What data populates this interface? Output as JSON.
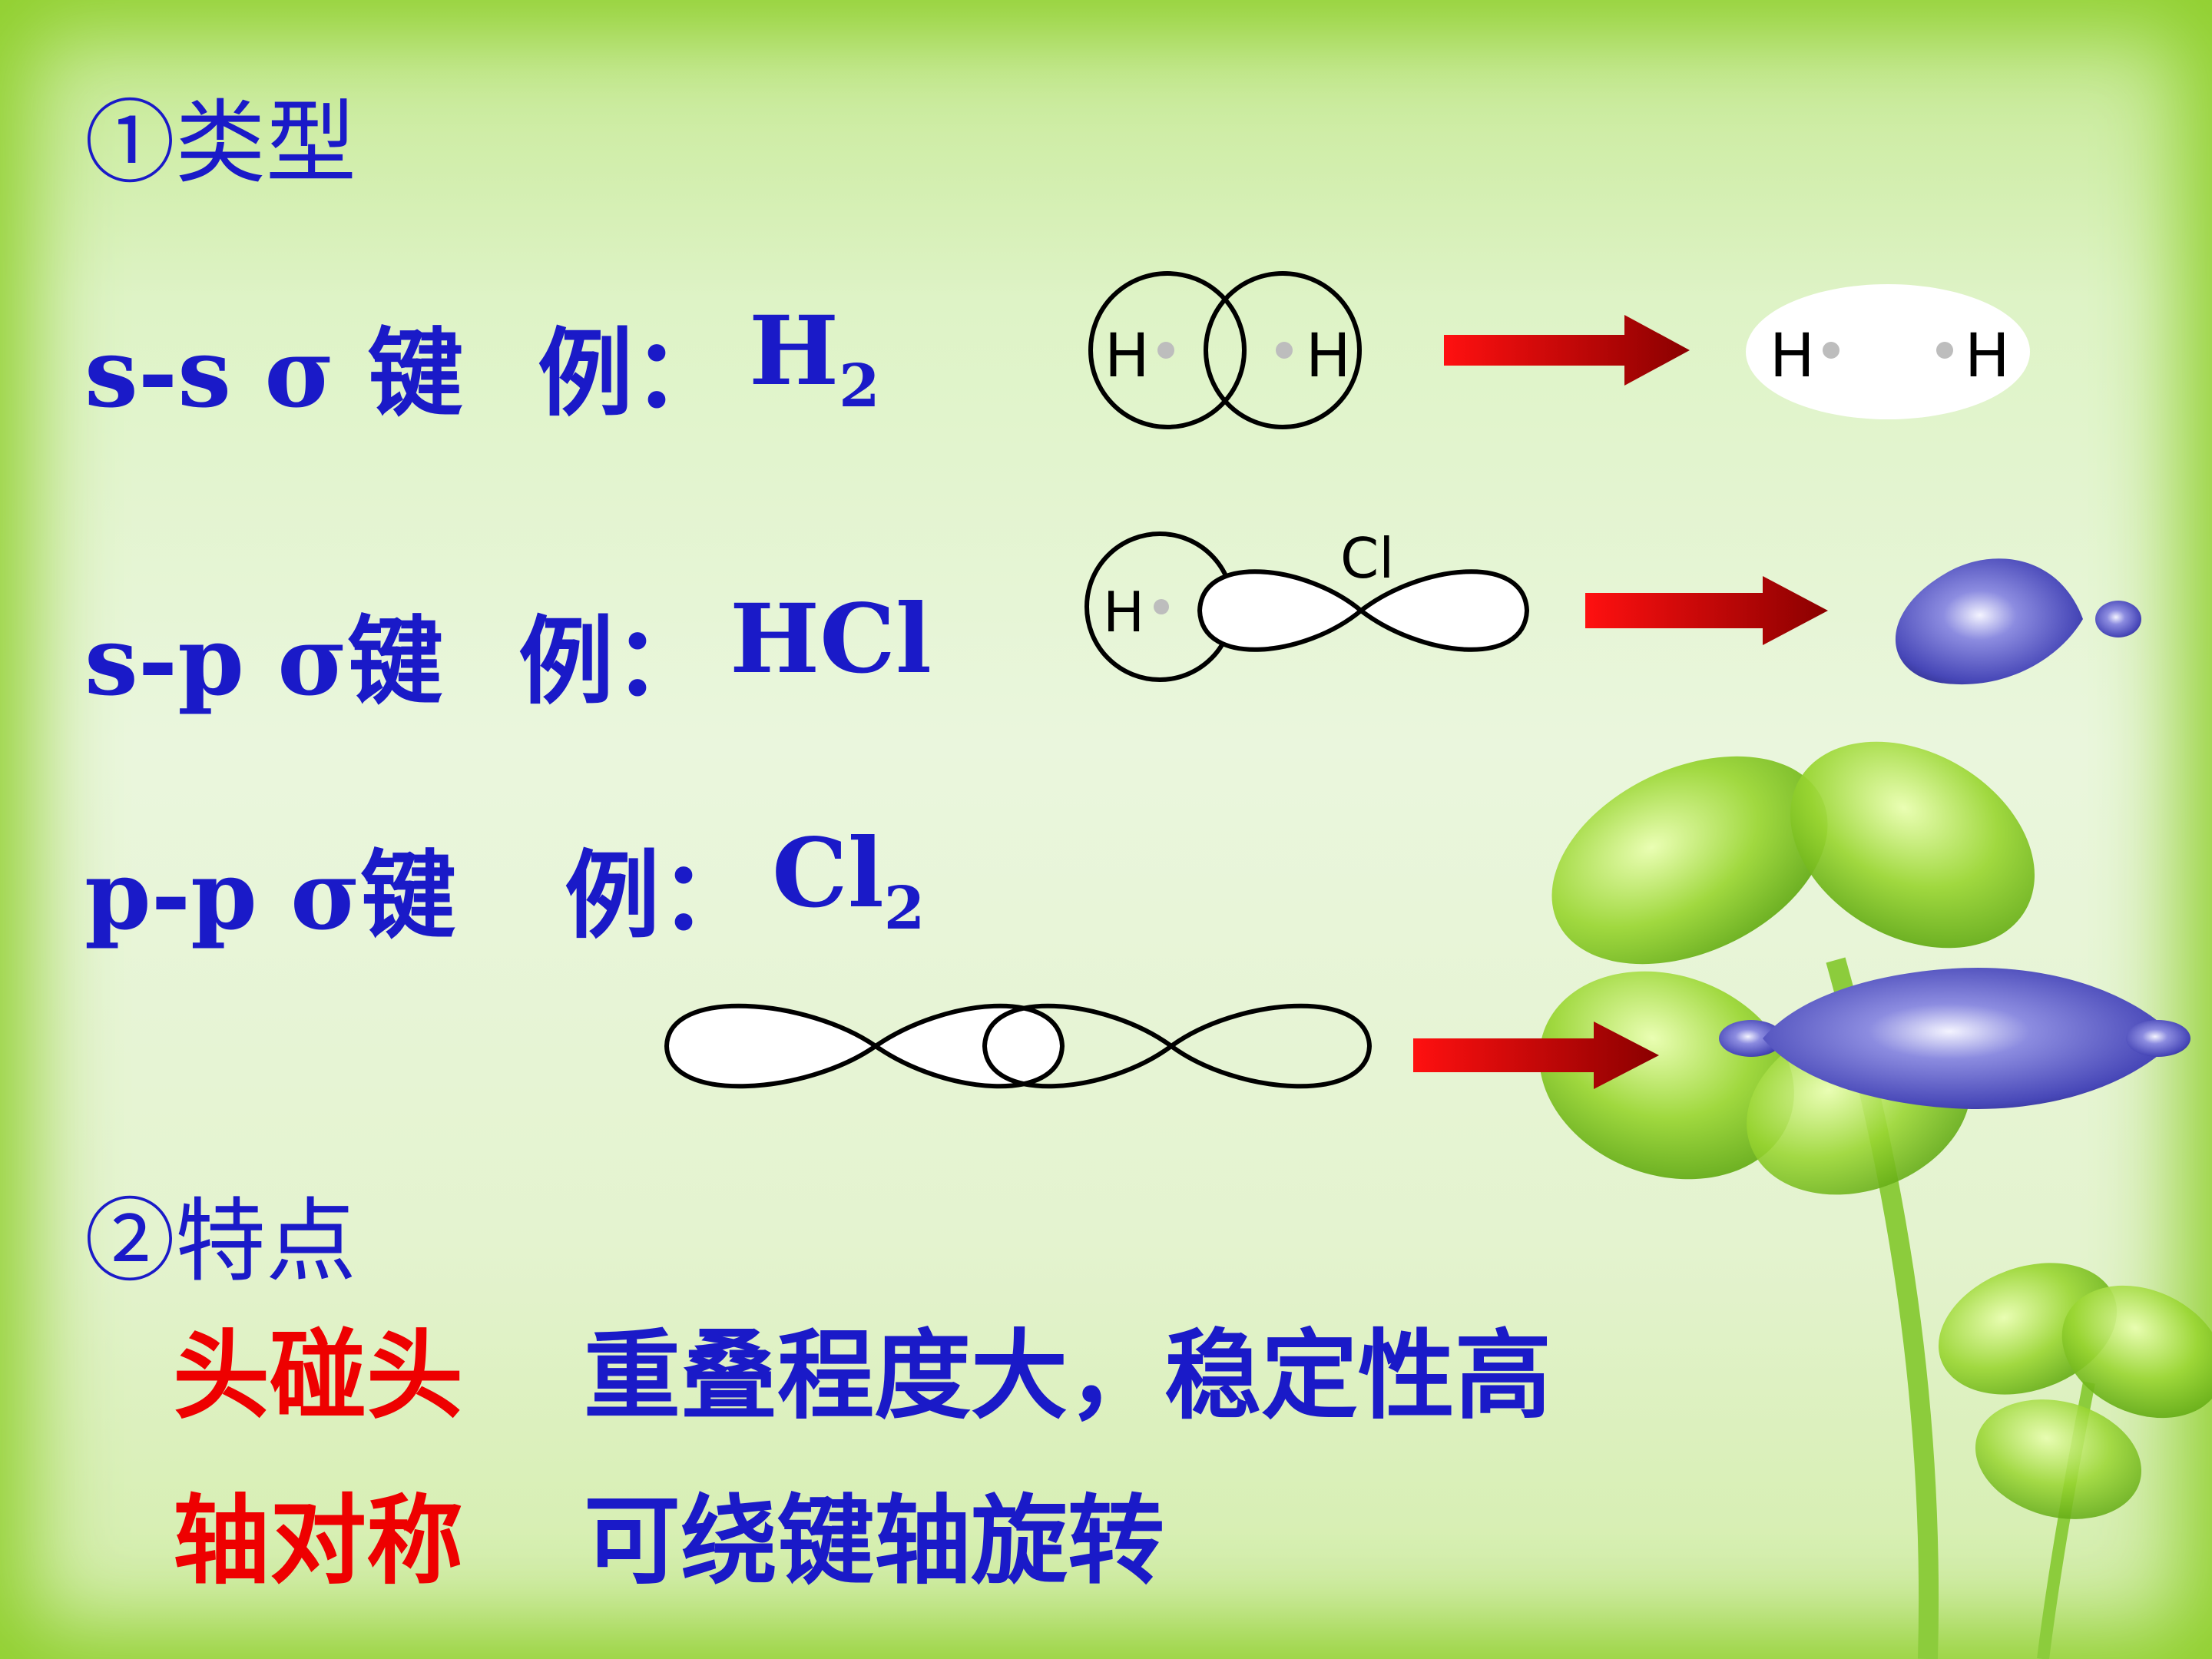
{
  "section1": {
    "title": "①类型"
  },
  "row_ss": {
    "label": "s-s  σ 键",
    "example": "例：",
    "formula_main": "H",
    "formula_sub": "2"
  },
  "row_sp": {
    "label": "s-p σ键",
    "example": "例：",
    "formula": "HCl"
  },
  "row_pp": {
    "label": "p-p σ键",
    "example": "例：",
    "formula_main": "Cl",
    "formula_sub": "2"
  },
  "diagram_labels": {
    "h": "H",
    "cl": "Cl"
  },
  "section2": {
    "title": "②特点",
    "rows": [
      {
        "term": "头碰头",
        "desc": "重叠程度大，稳定性高"
      },
      {
        "term": "轴对称",
        "desc": "可绕键轴旋转"
      }
    ]
  },
  "colors": {
    "heading": "#1a1ac8",
    "term": "#ee0000",
    "arrow": "#cc0000",
    "orbital": "#4848b8"
  }
}
